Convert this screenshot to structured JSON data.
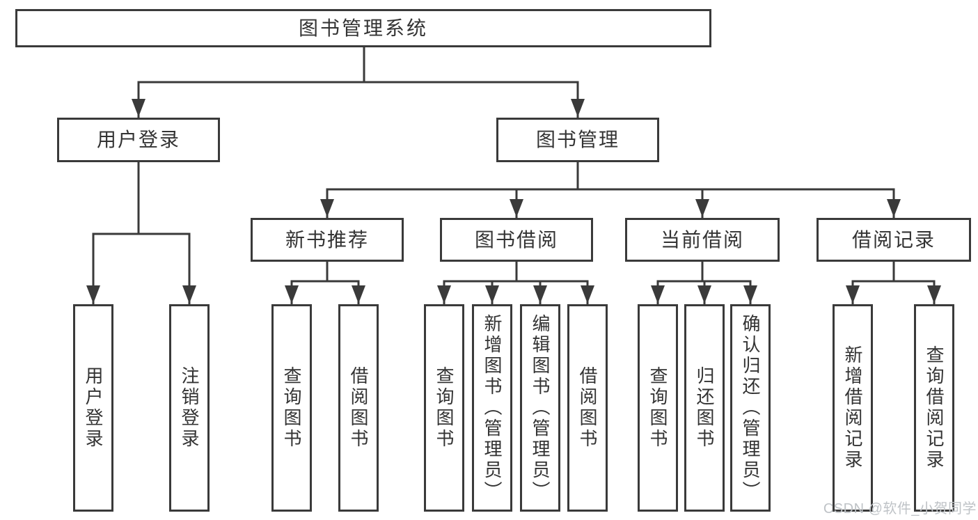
{
  "diagram": {
    "root": {
      "label": "图书管理系统",
      "children": [
        {
          "label": "用户登录",
          "children": [
            {
              "label": "用户登录"
            },
            {
              "label": "注销登录"
            }
          ]
        },
        {
          "label": "图书管理",
          "children": [
            {
              "label": "新书推荐",
              "children": [
                {
                  "label": "查询图书"
                },
                {
                  "label": "借阅图书"
                }
              ]
            },
            {
              "label": "图书借阅",
              "children": [
                {
                  "label": "查询图书"
                },
                {
                  "label": "新增图书（管理员）"
                },
                {
                  "label": "编辑图书（管理员）"
                },
                {
                  "label": "借阅图书"
                }
              ]
            },
            {
              "label": "当前借阅",
              "children": [
                {
                  "label": "查询图书"
                },
                {
                  "label": "归还图书"
                },
                {
                  "label": "确认归还（管理员）"
                }
              ]
            },
            {
              "label": "借阅记录",
              "children": [
                {
                  "label": "新增借阅记录"
                },
                {
                  "label": "查询借阅记录"
                }
              ]
            }
          ]
        }
      ]
    }
  },
  "watermark": {
    "text": "CSDN @软件_小贺同学"
  },
  "colors": {
    "line": "#3a3a3a",
    "text": "#333333",
    "watermark": "#bfc3c7",
    "background": "#ffffff"
  }
}
